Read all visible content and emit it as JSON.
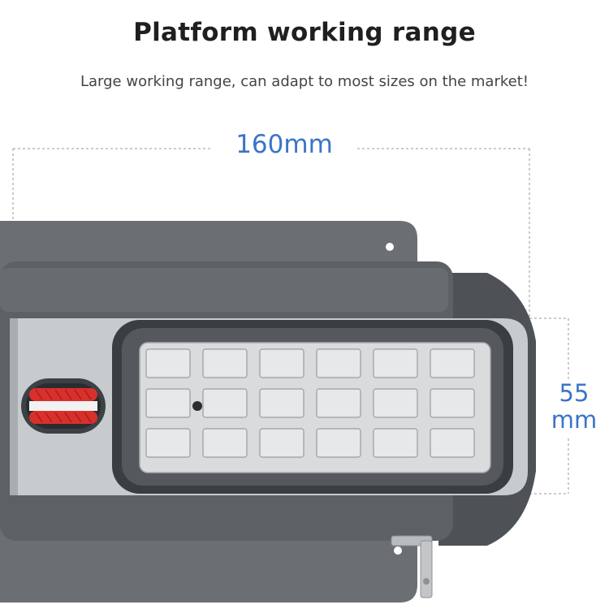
{
  "heading": {
    "title": "Platform working range",
    "subtitle": "Large working range, can adapt to most sizes on the market!"
  },
  "dimensions": {
    "width_label": "160mm",
    "height_value": "55",
    "height_unit": "mm"
  },
  "colors": {
    "accent": "#3b74c8",
    "body_dark": "#5c6065",
    "platform_silver": "#c9ccce",
    "strap_red": "#d9302c"
  },
  "platform_grid": {
    "rows": 3,
    "columns": 6
  }
}
